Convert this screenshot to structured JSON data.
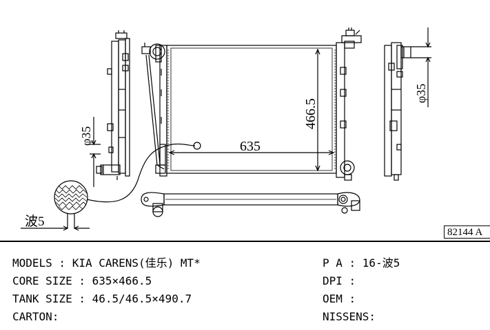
{
  "drawing": {
    "core_width_label": "635",
    "core_height_label": "466.5",
    "left_pipe_label": "φ35",
    "right_pipe_label": "φ35",
    "fin_label": "波5",
    "part_code": "82144 A"
  },
  "specs": {
    "models": "MODELS : KIA CARENS(佳乐) MT*",
    "core_size": "CORE SIZE : 635×466.5",
    "tank_size": "TANK SIZE : 46.5/46.5×490.7",
    "carton": "CARTON:",
    "pa": "P A : 16-波5",
    "dpi": "DPI :",
    "oem": "OEM :",
    "nissens": "NISSENS:"
  }
}
